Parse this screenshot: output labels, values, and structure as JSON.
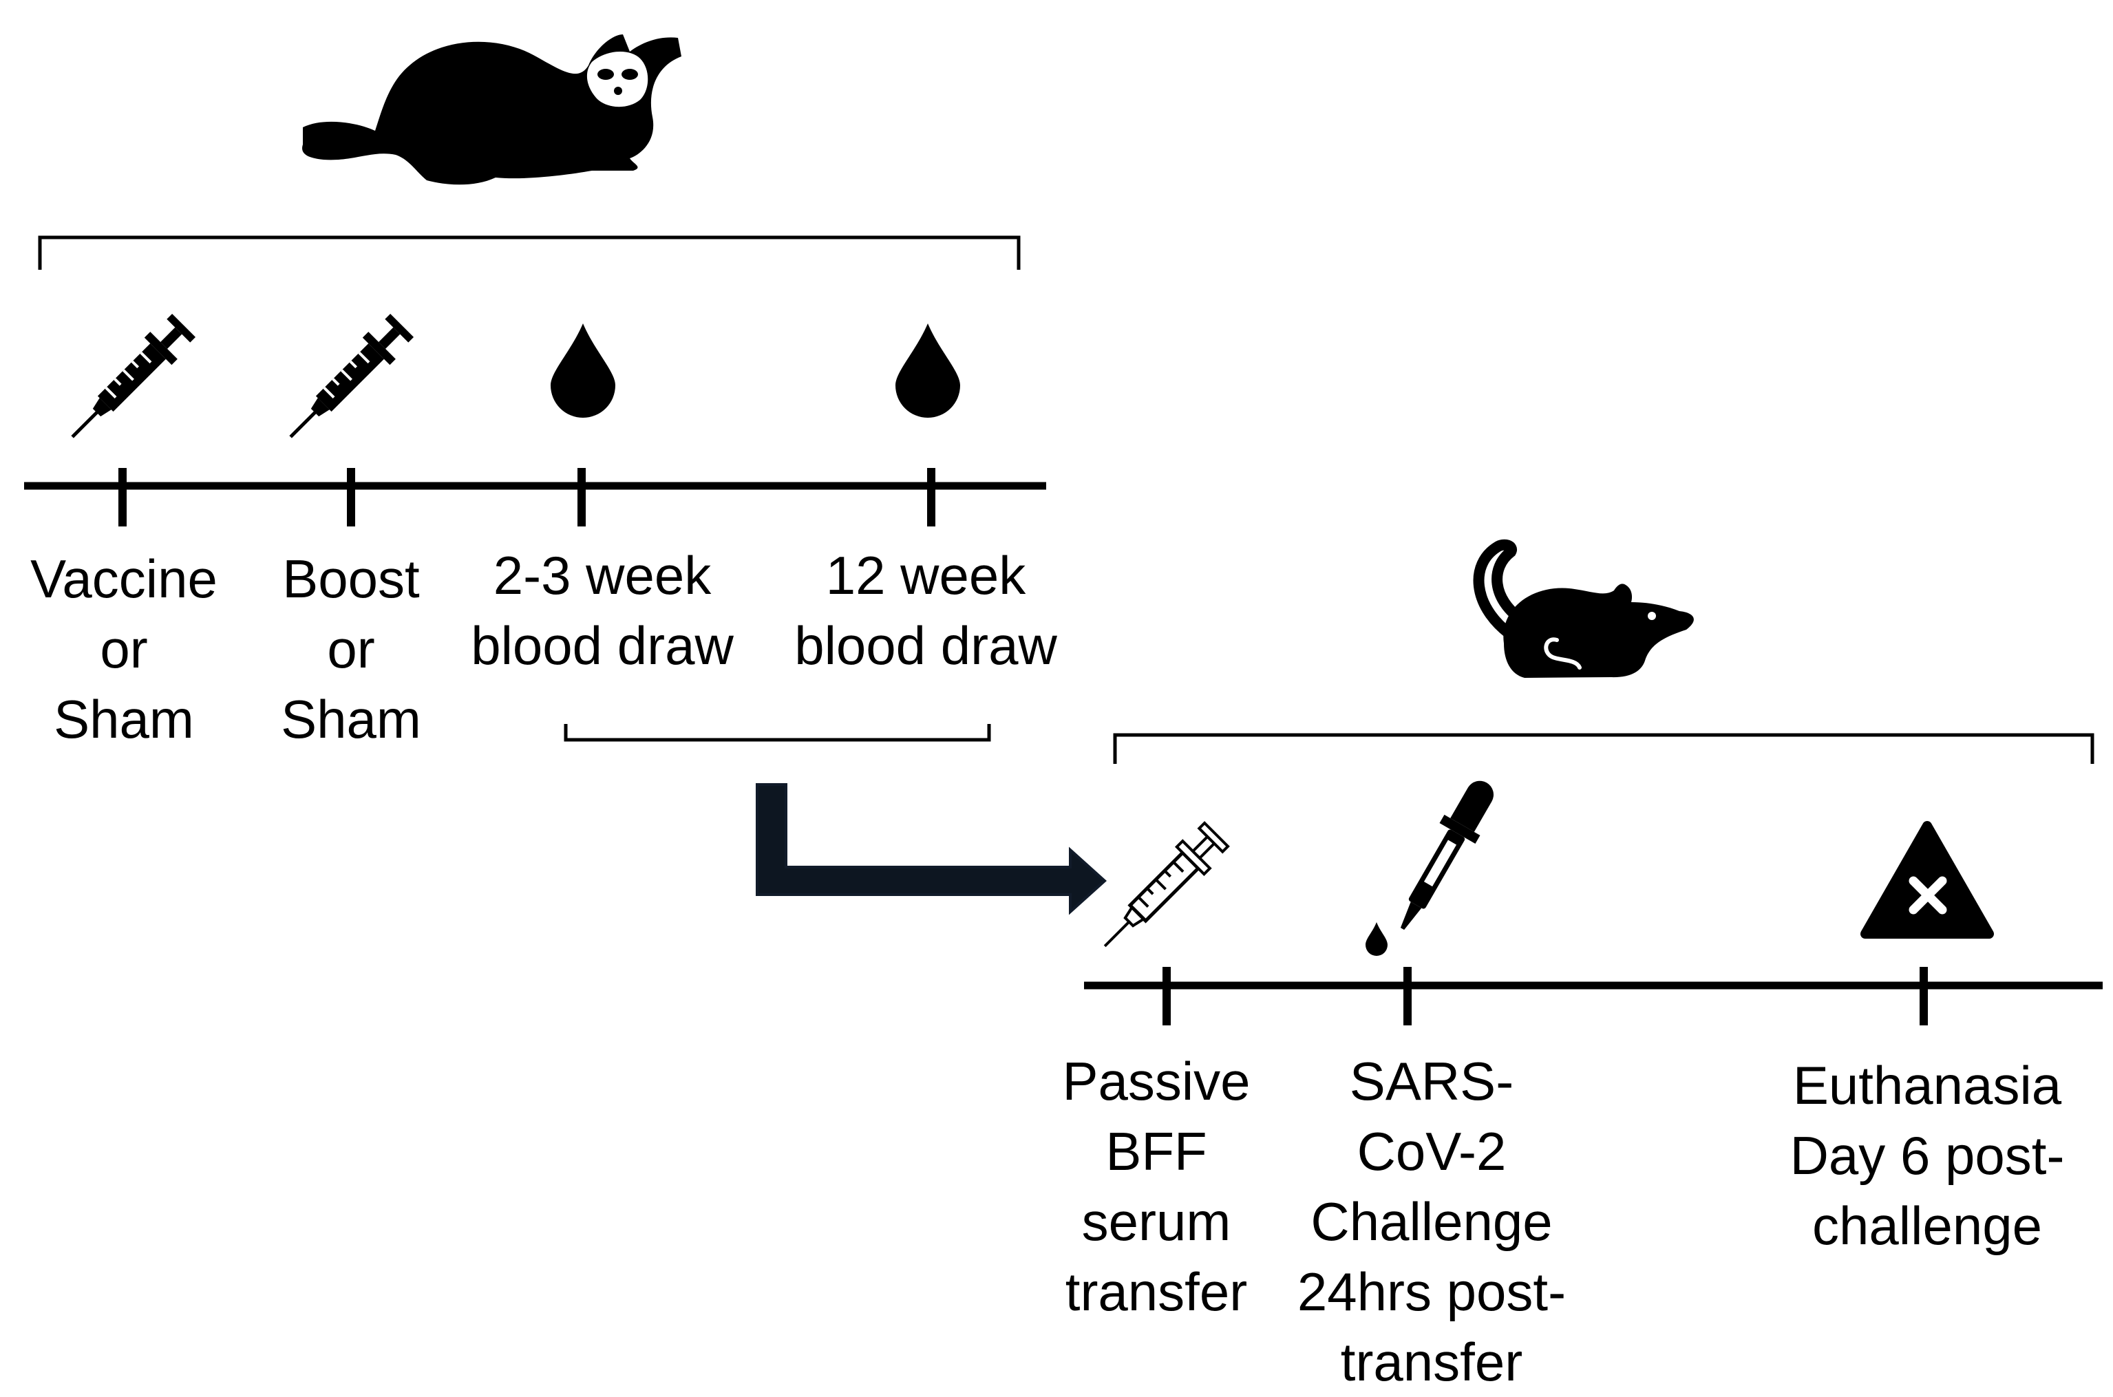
{
  "ferret_timeline": {
    "animal_icon": "ferret-icon",
    "events": [
      {
        "icon": "syringe-icon",
        "label": [
          "Vaccine",
          "or",
          "Sham"
        ]
      },
      {
        "icon": "syringe-icon",
        "label": [
          "Boost",
          "or",
          "Sham"
        ]
      },
      {
        "icon": "blood-drop-icon",
        "label": [
          "2-3 week",
          "blood draw"
        ]
      },
      {
        "icon": "blood-drop-icon",
        "label": [
          "12 week",
          "blood draw"
        ]
      }
    ]
  },
  "hamster_timeline": {
    "animal_icon": "hamster-icon",
    "events": [
      {
        "icon": "syringe-outline-icon",
        "label": [
          "Passive",
          "BFF",
          "serum",
          "transfer"
        ]
      },
      {
        "icon": "dropper-icon",
        "label": [
          "SARS-",
          "CoV-2",
          "Challenge",
          "24hrs post-",
          "transfer"
        ]
      },
      {
        "icon": "euthanasia-triangle-icon",
        "label": [
          "Euthanasia",
          "Day 6 post-",
          "challenge"
        ]
      }
    ]
  },
  "colors": {
    "ink": "#000000",
    "arrow_fill": "#0d1621"
  }
}
